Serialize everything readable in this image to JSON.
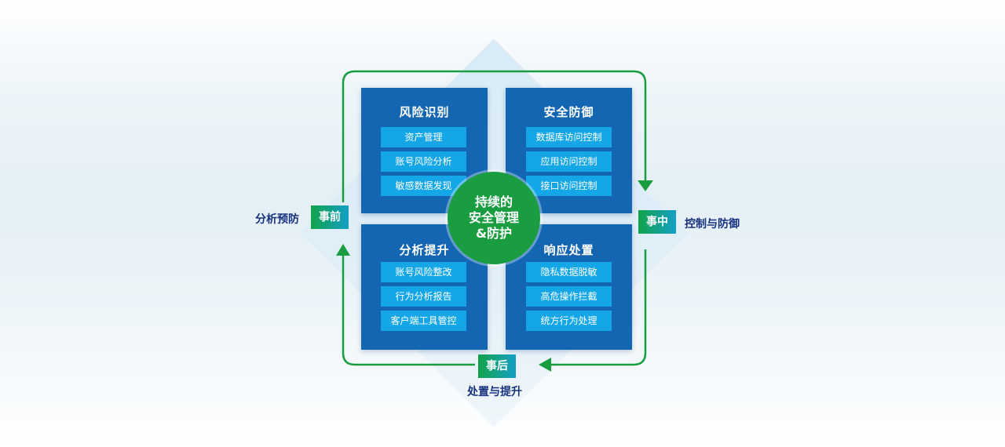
{
  "center": {
    "line1": "持续的",
    "line2": "安全管理",
    "line3": "&防护"
  },
  "quadrants": {
    "top_left": {
      "title": "风险识别",
      "items": [
        "资产管理",
        "账号风险分析",
        "敏感数据发现"
      ]
    },
    "top_right": {
      "title": "安全防御",
      "items": [
        "数据库访问控制",
        "应用访问控制",
        "接口访问控制"
      ]
    },
    "bottom_left": {
      "title": "分析提升",
      "items": [
        "账号风险整改",
        "行为分析报告",
        "客户端工具管控"
      ]
    },
    "bottom_right": {
      "title": "响应处置",
      "items": [
        "隐私数据脱敏",
        "高危操作拦截",
        "统方行为处理"
      ]
    }
  },
  "stages": {
    "before": {
      "tag": "事前",
      "label": "分析预防"
    },
    "during": {
      "tag": "事中",
      "label": "控制与防御"
    },
    "after": {
      "tag": "事后",
      "label": "处置与提升"
    }
  },
  "colors": {
    "quadrant_bg": "#1466b3",
    "item_bg": "#14a6e6",
    "center_bg": "#1a9d41",
    "loop_arrow": "#1a9d41",
    "stage_label": "#16317e"
  }
}
